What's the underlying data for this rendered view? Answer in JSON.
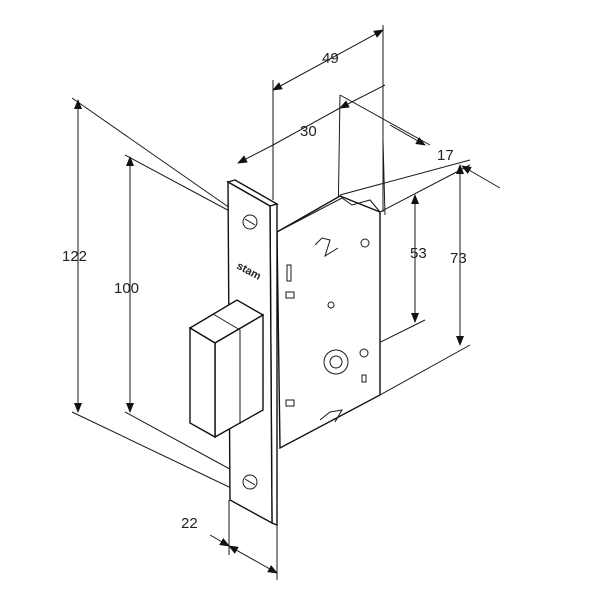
{
  "drawing": {
    "logo_text": "stam",
    "dimensions": {
      "overall_depth": "49",
      "backset": "30",
      "case_thickness": "17",
      "handle_to_center": "53",
      "case_height": "73",
      "faceplate_height": "122",
      "screw_spacing": "100",
      "faceplate_width": "22"
    }
  }
}
